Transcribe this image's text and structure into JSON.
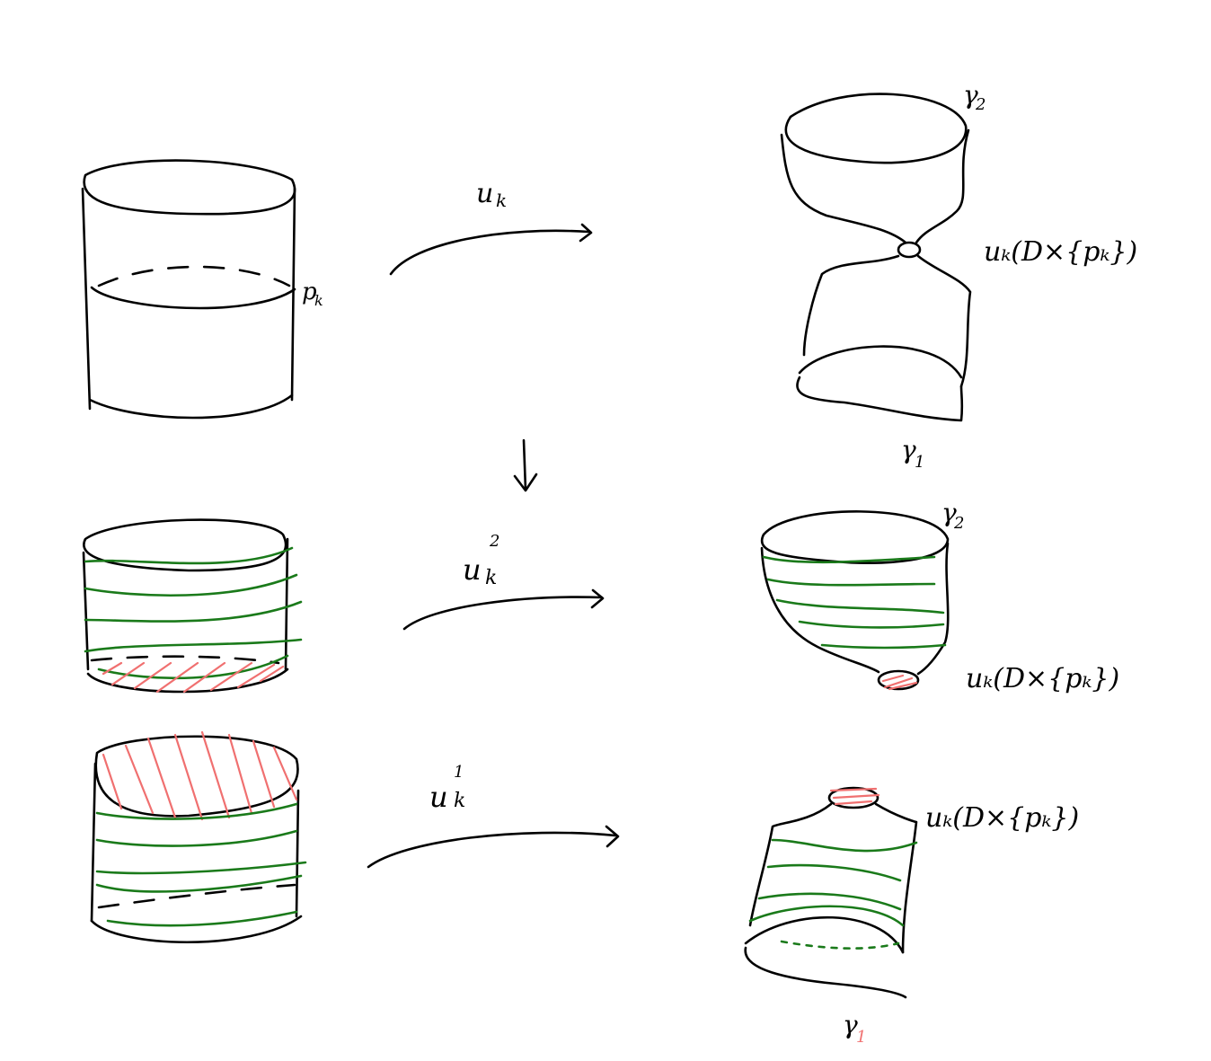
{
  "labels": {
    "map_uk": "u",
    "map_uk_sub": "k",
    "map_uk2": "u",
    "map_uk2_sup": "2",
    "map_uk2_sub": "k",
    "map_uk1": "u",
    "map_uk1_sup": "1",
    "map_uk1_sub": "k",
    "pk": "p",
    "pk_sub": "k",
    "gamma2_top": "γ",
    "gamma2_top_sub": "2",
    "gamma1_top": "γ",
    "gamma1_top_sub": "1",
    "gamma2_mid": "γ",
    "gamma2_mid_sub": "2",
    "gamma1_bot": "γ",
    "gamma1_bot_sub": "1",
    "image_top": "uₖ(D×{pₖ})",
    "image_mid": "uₖ(D×{pₖ})",
    "image_bot": "uₖ(D×{pₖ})"
  },
  "colors": {
    "ink": "#000000",
    "green": "#1a7a1a",
    "red": "#f07070"
  }
}
